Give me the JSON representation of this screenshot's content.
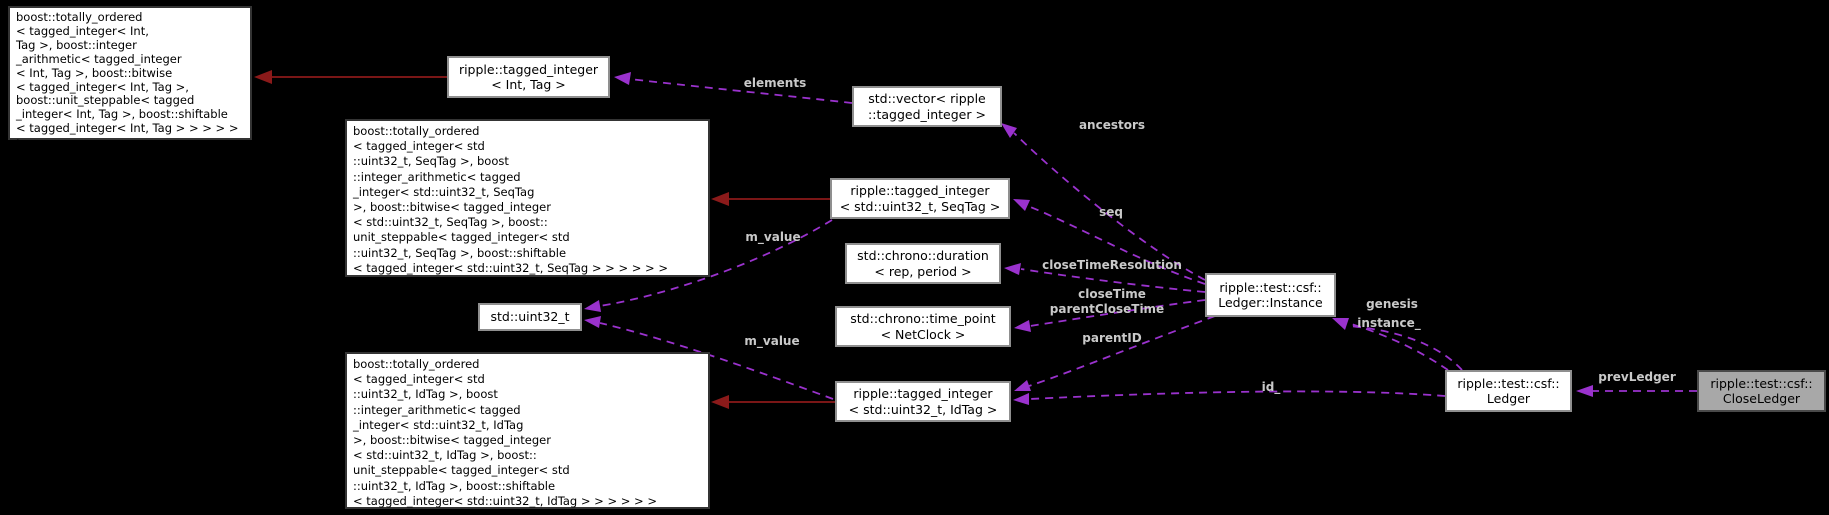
{
  "diagram": {
    "type": "doxygen-collaboration-graph",
    "focus_class": "ripple::test::csf::CloseLedger"
  },
  "colors": {
    "background": "#000000",
    "node_fill": "#ffffff",
    "node_border": "#8f8f8f",
    "big_node_border": "#343434",
    "current_node_fill": "#a8a8a8",
    "usage_edge": "#9a32cd",
    "inheritance_edge": "#8b1a1a",
    "edge_label_text": "#c9c9c9"
  },
  "nodes": {
    "boost_int": {
      "label": [
        "boost::totally_ordered",
        "< tagged_integer< Int,",
        "Tag >, boost::integer",
        "_arithmetic< tagged_integer",
        "< Int, Tag >, boost::bitwise",
        "< tagged_integer< Int, Tag >,",
        "boost::unit_steppable< tagged",
        "_integer< Int, Tag >, boost::shiftable",
        "< tagged_integer< Int, Tag > > > > > >"
      ]
    },
    "tagged_int": {
      "label": [
        "ripple::tagged_integer",
        "< Int, Tag >"
      ]
    },
    "vector": {
      "label": [
        "std::vector< ripple",
        "::tagged_integer >"
      ]
    },
    "boost_seq": {
      "label": [
        "boost::totally_ordered",
        "< tagged_integer< std",
        "::uint32_t, SeqTag >, boost",
        "::integer_arithmetic< tagged",
        "_integer< std::uint32_t, SeqTag",
        ">, boost::bitwise< tagged_integer",
        "< std::uint32_t, SeqTag >, boost::",
        "unit_steppable< tagged_integer< std",
        "::uint32_t, SeqTag >, boost::shiftable",
        "< tagged_integer< std::uint32_t, SeqTag > > > > > >"
      ]
    },
    "tagged_seq": {
      "label": [
        "ripple::tagged_integer",
        "< std::uint32_t, SeqTag >"
      ]
    },
    "duration": {
      "label": [
        "std::chrono::duration",
        "< rep, period >"
      ]
    },
    "uint32": {
      "label": [
        "std::uint32_t"
      ]
    },
    "time_point": {
      "label": [
        "std::chrono::time_point",
        "< NetClock >"
      ]
    },
    "boost_id": {
      "label": [
        "boost::totally_ordered",
        "< tagged_integer< std",
        "::uint32_t, IdTag >, boost",
        "::integer_arithmetic< tagged",
        "_integer< std::uint32_t, IdTag",
        ">, boost::bitwise< tagged_integer",
        "< std::uint32_t, IdTag >, boost::",
        "unit_steppable< tagged_integer< std",
        "::uint32_t, IdTag >, boost::shiftable",
        "< tagged_integer< std::uint32_t, IdTag > > > > > >"
      ]
    },
    "tagged_id": {
      "label": [
        "ripple::tagged_integer",
        "< std::uint32_t, IdTag >"
      ]
    },
    "instance": {
      "label": [
        "ripple::test::csf::",
        "Ledger::Instance"
      ]
    },
    "ledger": {
      "label": [
        "ripple::test::csf::",
        "Ledger"
      ]
    },
    "close_ledger": {
      "label": [
        "ripple::test::csf::",
        "CloseLedger"
      ]
    }
  },
  "edge_labels": {
    "elements": "elements",
    "ancestors": "ancestors",
    "seq": "seq",
    "m_value_seq": "m_value",
    "m_value_id": "m_value",
    "close_time_resolution": "closeTimeResolution",
    "close_time": "closeTime",
    "parent_close_time": "parentCloseTime",
    "parent_id": "parentID",
    "id": "id_",
    "genesis": "genesis",
    "instance": "instance_",
    "prev_ledger": "prevLedger"
  }
}
